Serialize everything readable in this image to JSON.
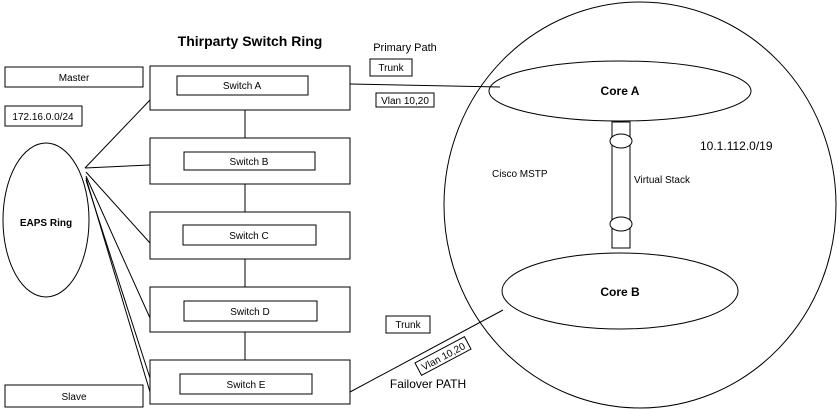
{
  "title": "Thirparty Switch Ring",
  "primary_path_label": "Primary Path",
  "failover_path_label": "Failover PATH",
  "trunk_top_label": "Trunk",
  "trunk_bottom_label": "Trunk",
  "vlan_top_label": "Vlan 10,20",
  "vlan_bottom_label": "Vlan 10,20",
  "master_label": "Master",
  "slave_label": "Slave",
  "eaps_subnet": "172.16.0.0/24",
  "eaps_ring_label": "EAPS Ring",
  "switches": [
    "Switch A",
    "Switch B",
    "Switch C",
    "Switch D",
    "Switch E"
  ],
  "core_a_label": "Core A",
  "core_b_label": "Core B",
  "cisco_mstp_label": "Cisco MSTP",
  "virtual_stack_label": "Virtual Stack",
  "core_subnet": "10.1.112.0/19"
}
